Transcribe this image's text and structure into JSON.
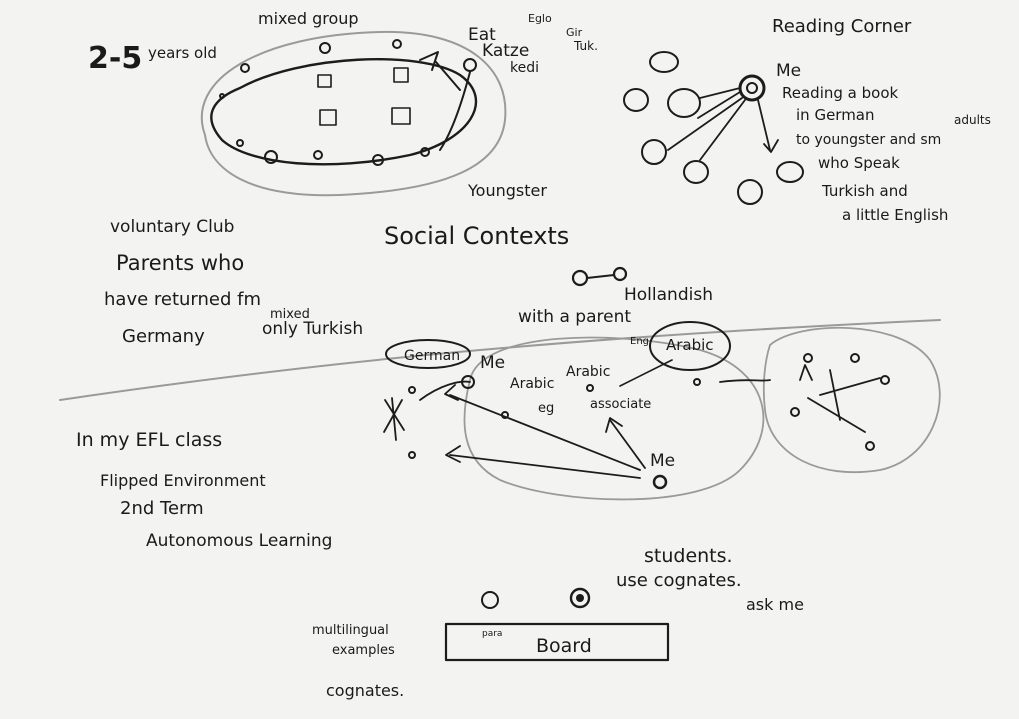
{
  "top_left": {
    "age_group": "2-5",
    "age_group_rest": "years old",
    "mixed_group": "mixed group",
    "eat_label": "Eat",
    "eat_lang": "Eglo",
    "cat_label": "Katze",
    "cat_lang": "Gir",
    "kedi_label": "kedi",
    "kedi_lang": "Tuk.",
    "youngster": "Youngster",
    "voluntary_club": "voluntary Club",
    "parents_line1": "Parents who",
    "parents_line2": "have returned fm",
    "parents_line3": "Germany",
    "mixed_note": "mixed",
    "only_turkish": "only Turkish"
  },
  "social_contexts": "Social Contexts",
  "reading_corner": {
    "title": "Reading Corner",
    "me": "Me",
    "line1": "Reading a book",
    "line2": "in German",
    "line3": "to youngster and sm",
    "line4": "adults",
    "line5": "who Speak",
    "line6": "Turkish and",
    "line7": "a little English"
  },
  "middle": {
    "hollandish": "Hollandish",
    "with_parent": "with a parent"
  },
  "efl": {
    "title": "In my EFL class",
    "flipped": "Flipped Environment",
    "term": "2nd Term",
    "autonomous": "Autonomous Learning",
    "german_bubble": "German",
    "arabic_bubble": "Arabic",
    "eng_small": "Eng",
    "me_top": "Me",
    "arabic1": "Arabic",
    "arabic2": "Arabic",
    "eg": "eg",
    "associate": "associate",
    "me_center": "Me",
    "students": "students.",
    "use_cognates": "use cognates.",
    "ask_me": "ask me",
    "multilingual1": "multilingual",
    "multilingual2": "examples",
    "cognates": "cognates.",
    "board": "Board",
    "board_small": "para"
  }
}
